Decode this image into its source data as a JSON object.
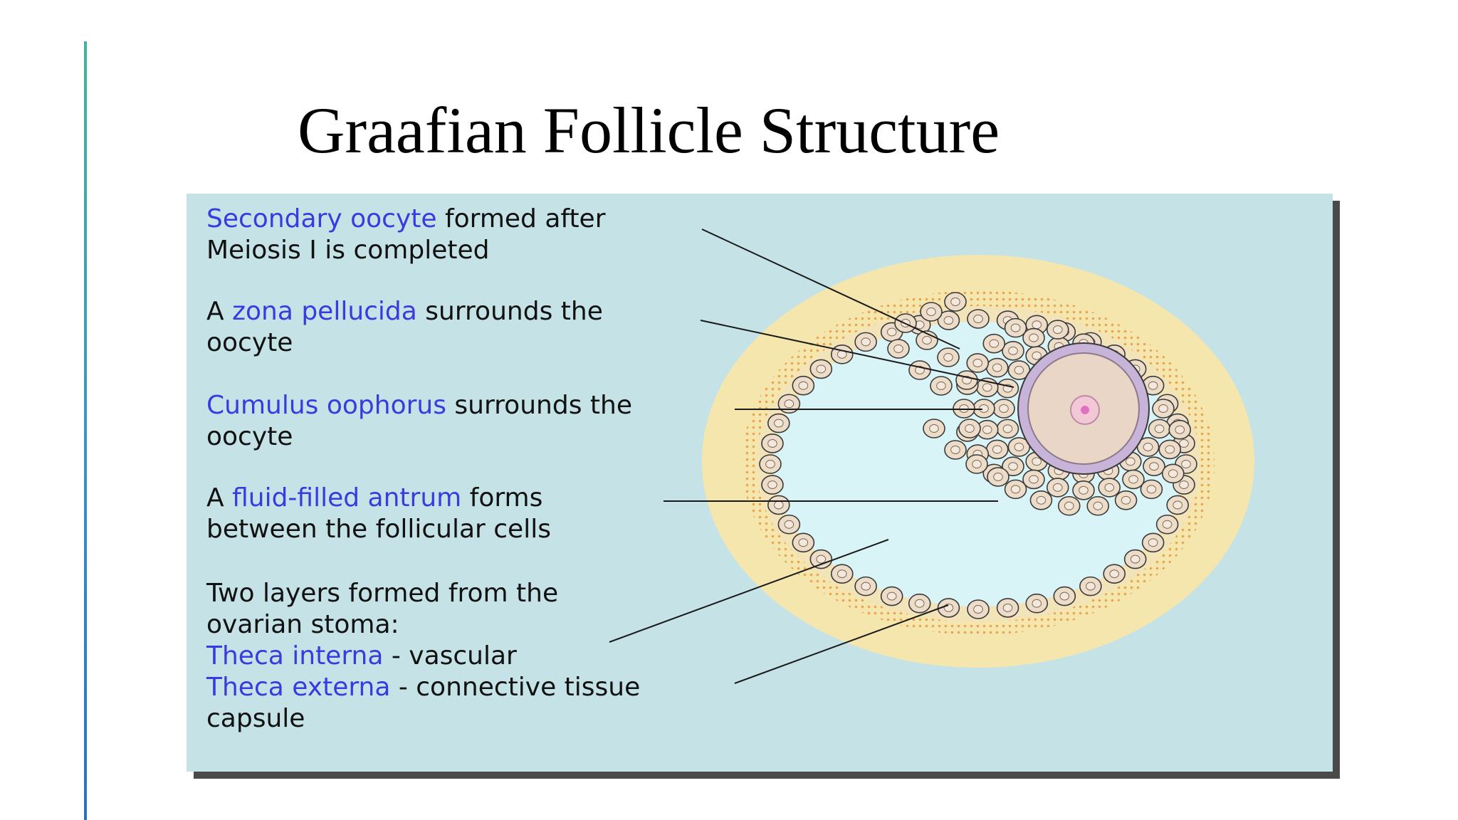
{
  "slide": {
    "title": "Graafian Follicle Structure",
    "accent_colors": [
      "#48b39a",
      "#3c94c0",
      "#2f6fbd"
    ]
  },
  "labels": [
    {
      "lines": [
        {
          "term": "Secondary oocyte",
          "text": " formed after"
        },
        {
          "term": "",
          "text": "Meiosis I is completed"
        }
      ]
    },
    {
      "lines": [
        {
          "prefix": "A ",
          "term": "zona pellucida",
          "text": " surrounds the"
        },
        {
          "term": "",
          "text": "oocyte"
        }
      ]
    },
    {
      "lines": [
        {
          "term": "Cumulus oophorus",
          "text": " surrounds the"
        },
        {
          "term": "",
          "text": "oocyte"
        }
      ]
    },
    {
      "lines": [
        {
          "prefix": "A ",
          "term": "fluid-filled antrum",
          "text": " forms"
        },
        {
          "term": "",
          "text": "between the follicular cells"
        }
      ]
    },
    {
      "lines": [
        {
          "term": "",
          "text": "Two layers formed from the"
        },
        {
          "term": "",
          "text": "ovarian stoma:"
        },
        {
          "term": "Theca interna",
          "text": " - vascular"
        },
        {
          "term": "Theca externa",
          "text": " - connective tissue"
        },
        {
          "term": "",
          "text": "capsule"
        }
      ]
    }
  ],
  "colors": {
    "panel_background": "#c5e3e6",
    "term_text": "#3a3ae0",
    "theca_externa": "#f5e6ad",
    "theca_interna_dots": "#e9a54f",
    "antrum_fluid": "#d9f4f7",
    "granulosa_cell": "#ecdcc8",
    "cell_outline": "#3a3a3a",
    "oocyte": "#e9d6c6",
    "zona_pellucida": "#c8b4d8"
  }
}
